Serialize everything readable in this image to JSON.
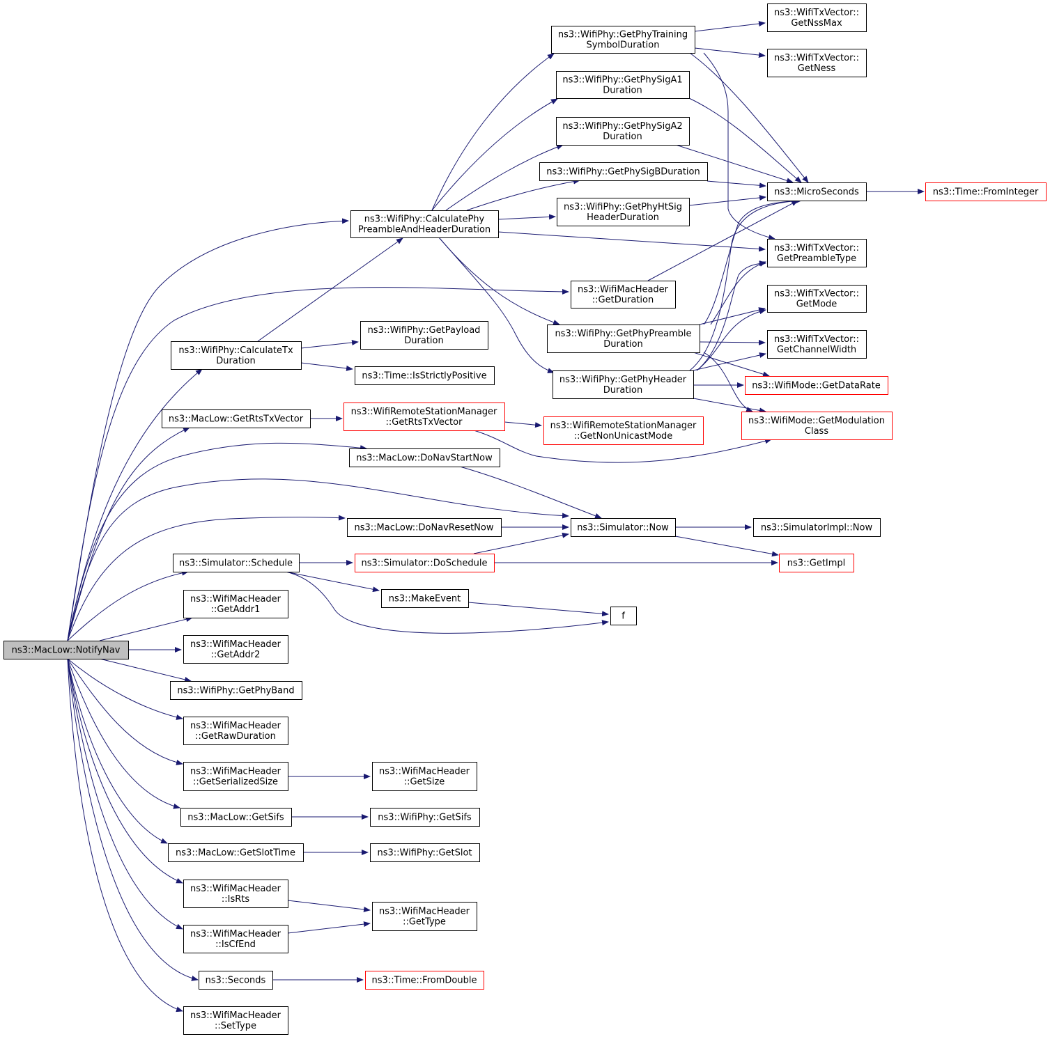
{
  "colors": {
    "edge": "#191970",
    "node_border": "#000000",
    "truncated_node_border": "#ff0000",
    "root_fill": "#bfbfbf",
    "node_fill": "#ffffff"
  },
  "nodes": {
    "notifyNav": [
      "ns3::MacLow::NotifyNav"
    ],
    "calcPhy": [
      "ns3::WifiPhy::CalculatePhy",
      "PreambleAndHeaderDuration"
    ],
    "getTraining": [
      "ns3::WifiPhy::GetPhyTraining",
      "SymbolDuration"
    ],
    "getSigA1": [
      "ns3::WifiPhy::GetPhySigA1",
      "Duration"
    ],
    "getSigA2": [
      "ns3::WifiPhy::GetPhySigA2",
      "Duration"
    ],
    "getSigB": [
      "ns3::WifiPhy::GetPhySigBDuration"
    ],
    "getHtSig": [
      "ns3::WifiPhy::GetPhyHtSig",
      "HeaderDuration"
    ],
    "getNssMax": [
      "ns3::WifiTxVector::",
      "GetNssMax"
    ],
    "getNess": [
      "ns3::WifiTxVector::",
      "GetNess"
    ],
    "microSeconds": [
      "ns3::MicroSeconds"
    ],
    "fromInteger": [
      "ns3::Time::FromInteger"
    ],
    "getPreambleType": [
      "ns3::WifiTxVector::",
      "GetPreambleType"
    ],
    "macGetDuration": [
      "ns3::WifiMacHeader",
      "::GetDuration"
    ],
    "getMode": [
      "ns3::WifiTxVector::",
      "GetMode"
    ],
    "getPreamble": [
      "ns3::WifiPhy::GetPhyPreamble",
      "Duration"
    ],
    "getChannelWidth": [
      "ns3::WifiTxVector::",
      "GetChannelWidth"
    ],
    "calcTx": [
      "ns3::WifiPhy::CalculateTx",
      "Duration"
    ],
    "getPayload": [
      "ns3::WifiPhy::GetPayload",
      "Duration"
    ],
    "isStrictlyPositive": [
      "ns3::Time::IsStrictlyPositive"
    ],
    "getPhyHeader": [
      "ns3::WifiPhy::GetPhyHeader",
      "Duration"
    ],
    "getDataRate": [
      "ns3::WifiMode::GetDataRate"
    ],
    "getRtsTxVector": [
      "ns3::MacLow::GetRtsTxVector"
    ],
    "rsmGetRtsTxVector": [
      "ns3::WifiRemoteStationManager",
      "::GetRtsTxVector"
    ],
    "getNonUnicastMode": [
      "ns3::WifiRemoteStationManager",
      "::GetNonUnicastMode"
    ],
    "getModulationClass": [
      "ns3::WifiMode::GetModulation",
      "Class"
    ],
    "doNavStartNow": [
      "ns3::MacLow::DoNavStartNow"
    ],
    "doNavResetNow": [
      "ns3::MacLow::DoNavResetNow"
    ],
    "simNow": [
      "ns3::Simulator::Now"
    ],
    "simImplNow": [
      "ns3::SimulatorImpl::Now"
    ],
    "simSchedule": [
      "ns3::Simulator::Schedule"
    ],
    "simDoSchedule": [
      "ns3::Simulator::DoSchedule"
    ],
    "getImpl": [
      "ns3::GetImpl"
    ],
    "makeEvent": [
      "ns3::MakeEvent"
    ],
    "f": [
      "f"
    ],
    "getAddr1": [
      "ns3::WifiMacHeader",
      "::GetAddr1"
    ],
    "getAddr2": [
      "ns3::WifiMacHeader",
      "::GetAddr2"
    ],
    "getPhyBand": [
      "ns3::WifiPhy::GetPhyBand"
    ],
    "getRawDuration": [
      "ns3::WifiMacHeader",
      "::GetRawDuration"
    ],
    "getSerializedSize": [
      "ns3::WifiMacHeader",
      "::GetSerializedSize"
    ],
    "getSize": [
      "ns3::WifiMacHeader",
      "::GetSize"
    ],
    "macGetSifs": [
      "ns3::MacLow::GetSifs"
    ],
    "phyGetSifs": [
      "ns3::WifiPhy::GetSifs"
    ],
    "getSlotTime": [
      "ns3::MacLow::GetSlotTime"
    ],
    "getSlot": [
      "ns3::WifiPhy::GetSlot"
    ],
    "isRts": [
      "ns3::WifiMacHeader",
      "::IsRts"
    ],
    "getType": [
      "ns3::WifiMacHeader",
      "::GetType"
    ],
    "isCfEnd": [
      "ns3::WifiMacHeader",
      "::IsCfEnd"
    ],
    "seconds": [
      "ns3::Seconds"
    ],
    "fromDouble": [
      "ns3::Time::FromDouble"
    ],
    "setType": [
      "ns3::WifiMacHeader",
      "::SetType"
    ]
  }
}
